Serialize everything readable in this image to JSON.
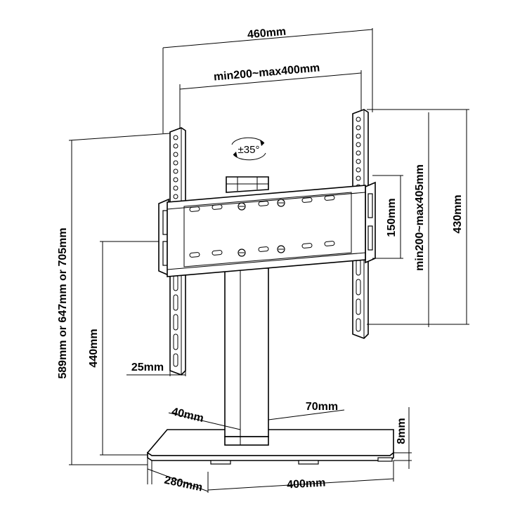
{
  "diagram": {
    "dimensions": {
      "overall_width": "460mm",
      "vesa_width": "min200~max400mm",
      "vesa_height": "min200~max405mm",
      "bracket_height": "430mm",
      "plate_height": "150mm",
      "total_height": "589mm or 647mm or 705mm",
      "pole_height": "440mm",
      "arm_depth": "25mm",
      "pole_width": "40mm",
      "pole_depth": "70mm",
      "base_thickness": "8mm",
      "base_depth": "280mm",
      "base_width": "400mm",
      "tilt": "±35°"
    },
    "colors": {
      "line": "#000000",
      "background": "#ffffff"
    }
  }
}
